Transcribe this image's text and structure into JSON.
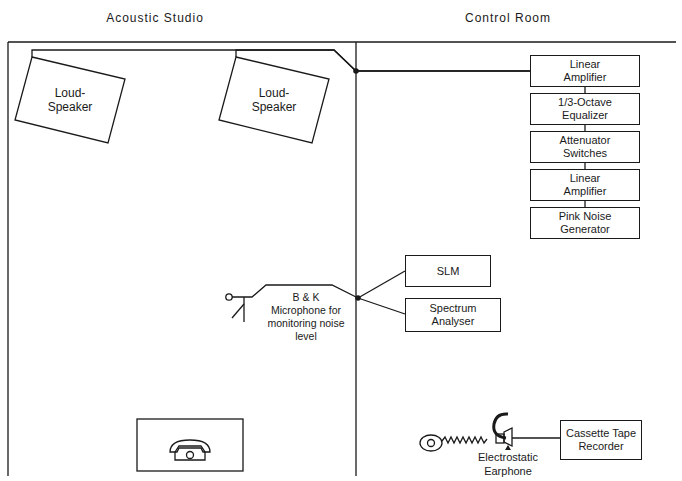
{
  "diagram": {
    "nodes": [
      {
        "text": [
          "Loud- Speaker"
        ]
      },
      {
        "text": [
          "Loud- Speaker"
        ]
      },
      {
        "text": [
          "Linear Amplifier"
        ]
      },
      {
        "text": [
          "1/3-Octave Equalizer"
        ]
      },
      {
        "text": [
          "Attenuator Switches"
        ]
      },
      {
        "text": [
          "Linear Amplifier"
        ]
      },
      {
        "text": [
          "Pink Noise Generator"
        ]
      },
      {
        "text": [
          "SLM"
        ]
      },
      {
        "text": [
          "Spectrum Analyser"
        ]
      },
      {
        "text": [
          "Cassette Tape Recorder"
        ]
      }
    ],
    "edges": [
      {
        "from": 2,
        "to": 0,
        "arrow": "none"
      },
      {
        "from": 2,
        "to": 1,
        "arrow": "none"
      },
      {
        "from": 6,
        "to": 5,
        "arrow": "none"
      },
      {
        "from": 5,
        "to": 4,
        "arrow": "none"
      },
      {
        "from": 4,
        "to": 3,
        "arrow": "none"
      },
      {
        "from": 3,
        "to": 2,
        "arrow": "none"
      }
    ],
    "labels": [
      "Acoustic Studio",
      "Control Room",
      "B & K Microphone for monitoring noise level",
      "Electrostatic Earphone"
    ]
  }
}
